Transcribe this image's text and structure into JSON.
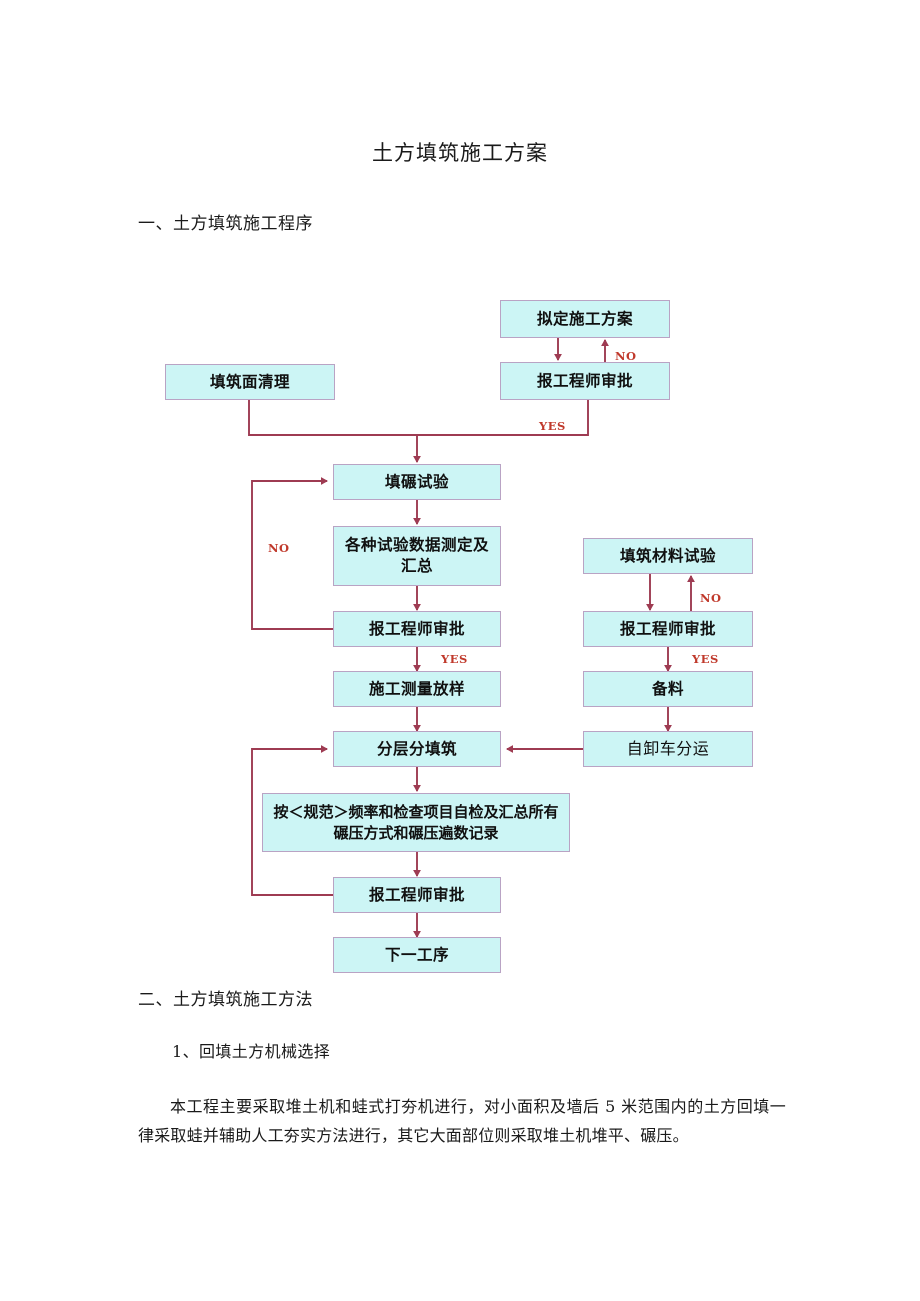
{
  "document": {
    "title": "土方填筑施工方案",
    "heading_1": "一、土方填筑施工程序",
    "heading_2": "二、土方填筑施工方法",
    "subheading_1": "1、回填土方机械选择",
    "paragraph_1": "本工程主要采取堆土机和蛙式打夯机进行，对小面积及墙后 5 米范围内的土方回填一律采取蛙并辅助人工夯实方法进行，其它大面部位则采取堆土机堆平、碾压。"
  },
  "flowchart": {
    "colors": {
      "box_fill": "#ccf5f5",
      "box_border": "#b9a3c4",
      "connector": "#9e3b52",
      "label_text": "#c0392b"
    },
    "nodes": [
      {
        "id": "plan",
        "label": "拟定施工方案"
      },
      {
        "id": "clean-surface",
        "label": "填筑面清理"
      },
      {
        "id": "approve-plan",
        "label": "报工程师审批"
      },
      {
        "id": "rolling-test",
        "label": "填碾试验"
      },
      {
        "id": "test-data-summary",
        "label": "各种试验数据测定及汇总"
      },
      {
        "id": "approve-test",
        "label": "报工程师审批"
      },
      {
        "id": "survey-setout",
        "label": "施工测量放样"
      },
      {
        "id": "material-test",
        "label": "填筑材料试验"
      },
      {
        "id": "approve-material",
        "label": "报工程师审批"
      },
      {
        "id": "prepare-material",
        "label": "备料"
      },
      {
        "id": "dump-truck",
        "label": "自卸车分运"
      },
      {
        "id": "layered-fill",
        "label": "分层分填筑"
      },
      {
        "id": "self-inspection",
        "label": "按＜规范＞频率和检查项目自检及汇总所有碾压方式和碾压遍数记录"
      },
      {
        "id": "approve-fill",
        "label": "报工程师审批"
      },
      {
        "id": "next-process",
        "label": "下一工序"
      }
    ],
    "labels": [
      {
        "id": "no-plan",
        "text": "NO"
      },
      {
        "id": "yes-plan",
        "text": "YES"
      },
      {
        "id": "no-test",
        "text": "NO"
      },
      {
        "id": "yes-test",
        "text": "YES"
      },
      {
        "id": "no-material",
        "text": "NO"
      },
      {
        "id": "yes-material",
        "text": "YES"
      }
    ]
  }
}
